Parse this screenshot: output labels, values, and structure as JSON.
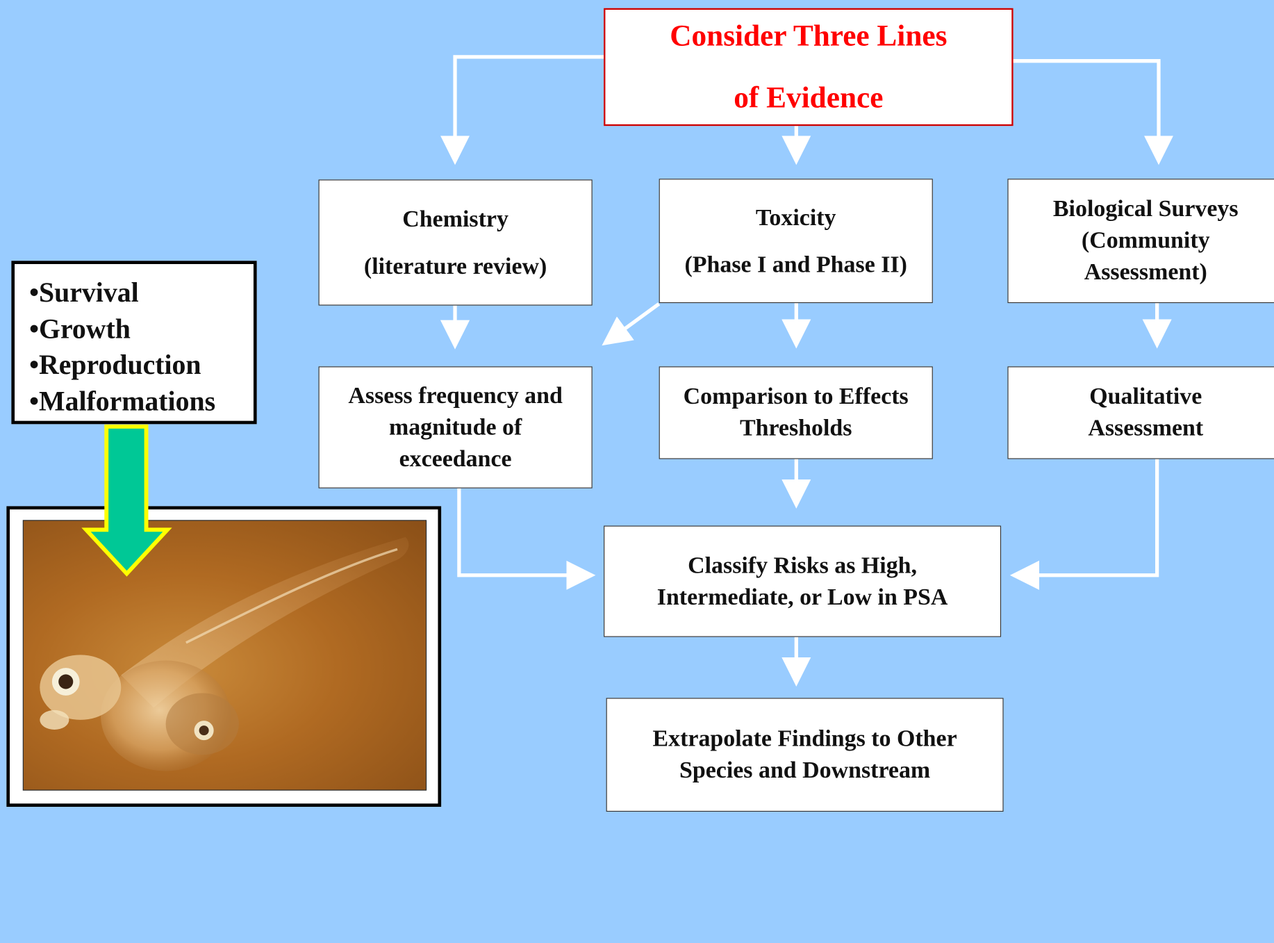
{
  "endpoints": {
    "items": [
      "•Survival",
      "•Growth",
      "•Reproduction",
      "•Malformations"
    ]
  },
  "flowchart": {
    "title": {
      "line1": "Consider Three Lines",
      "line2": "of Evidence"
    },
    "chemistry": {
      "line1": "Chemistry",
      "line2": "(literature review)"
    },
    "toxicity": {
      "line1": "Toxicity",
      "line2": "(Phase I and Phase II)"
    },
    "biological": {
      "line1": "Biological Surveys",
      "line2": "(Community",
      "line3": "Assessment)"
    },
    "assess": {
      "line1": "Assess frequency and",
      "line2": "magnitude of",
      "line3": "exceedance"
    },
    "comparison": {
      "line1": "Comparison to Effects",
      "line2": "Thresholds"
    },
    "qualitative": {
      "line1": "Qualitative",
      "line2": "Assessment"
    },
    "classify": {
      "line1": "Classify Risks as High,",
      "line2": "Intermediate, or Low in PSA"
    },
    "extrapolate": {
      "line1": "Extrapolate Findings to Other",
      "line2": "Species and Downstream"
    }
  },
  "colors": {
    "background": "#99ccff",
    "title_text": "#ff0000",
    "title_border": "#cc0000",
    "box_fill": "#ffffff",
    "arrow": "#ffffff",
    "down_arrow_fill": "#00c896",
    "down_arrow_outline": "#ffff00"
  }
}
